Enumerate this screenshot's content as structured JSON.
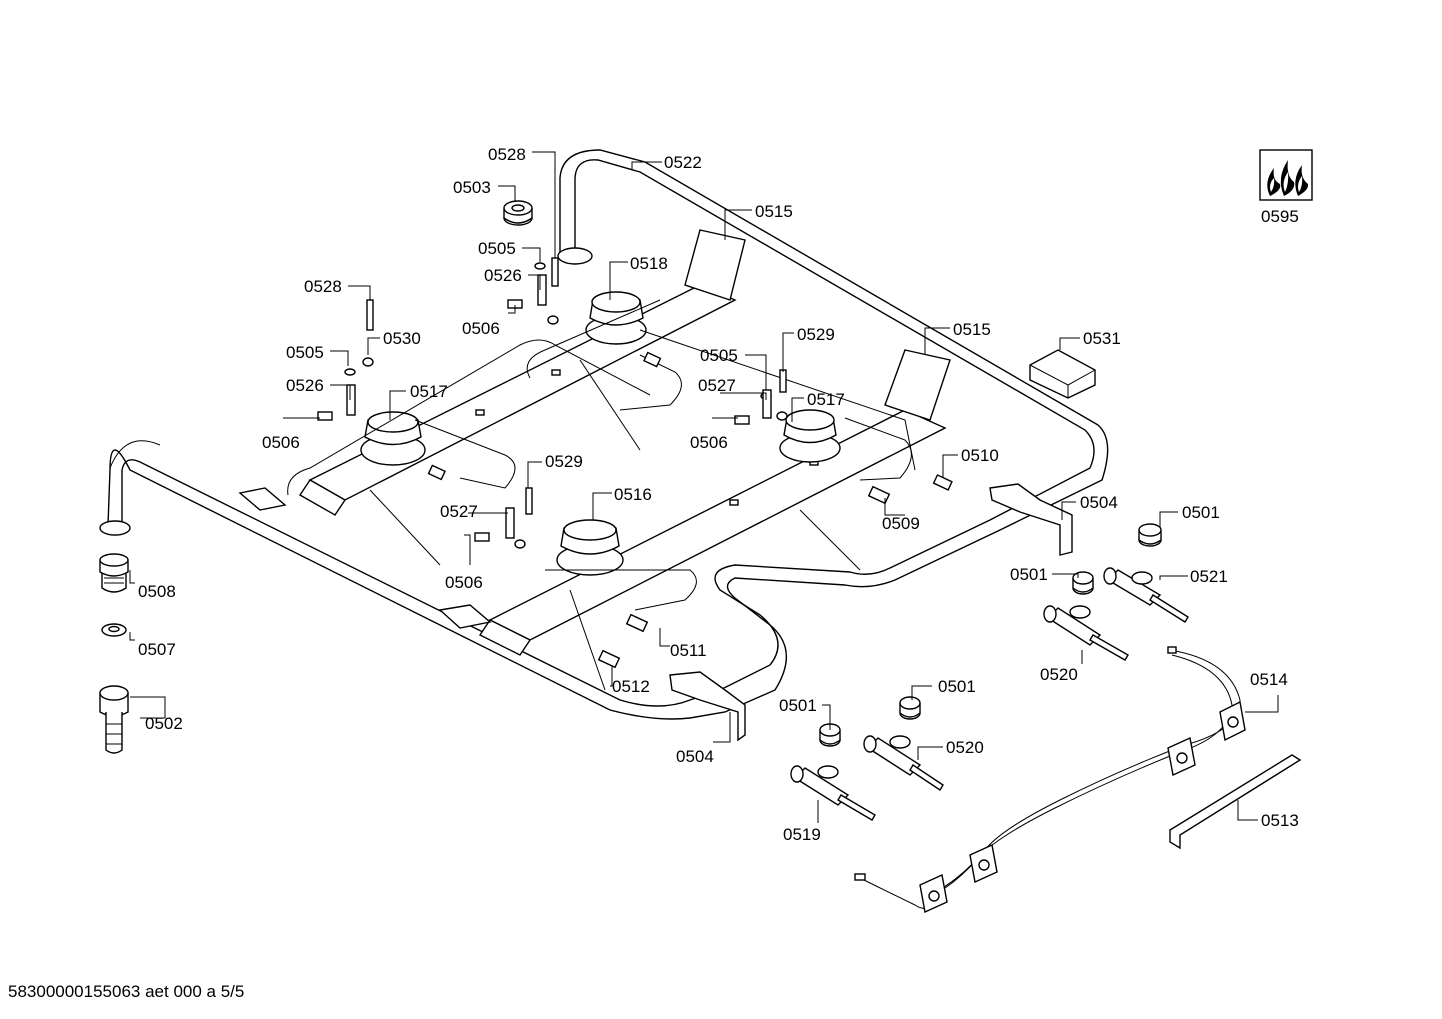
{
  "labels": {
    "l0528a": "0528",
    "l0522": "0522",
    "l0503": "0503",
    "l0515a": "0515",
    "l0505a": "0505",
    "l0526a": "0526",
    "l0518": "0518",
    "l0506a": "0506",
    "l0528b": "0528",
    "l0530": "0530",
    "l0505b": "0505",
    "l0526b": "0526",
    "l0517a": "0517",
    "l0506b": "0506",
    "l0515b": "0515",
    "l0531": "0531",
    "l0529a": "0529",
    "l0505c": "0505",
    "l0527a": "0527",
    "l0517b": "0517",
    "l0506c": "0506",
    "l0510": "0510",
    "l0529b": "0529",
    "l0516": "0516",
    "l0527b": "0527",
    "l0506d": "0506",
    "l0509": "0509",
    "l0504a": "0504",
    "l0501a": "0501",
    "l0501b": "0501",
    "l0521": "0521",
    "l0508": "0508",
    "l0507": "0507",
    "l0511": "0511",
    "l0512": "0512",
    "l0520a": "0520",
    "l0514": "0514",
    "l0502": "0502",
    "l0504b": "0504",
    "l0501c": "0501",
    "l0501d": "0501",
    "l0520b": "0520",
    "l0513": "0513",
    "l0519": "0519",
    "l0595": "0595"
  },
  "footer": "58300000155063 aet 000 a 5/5"
}
